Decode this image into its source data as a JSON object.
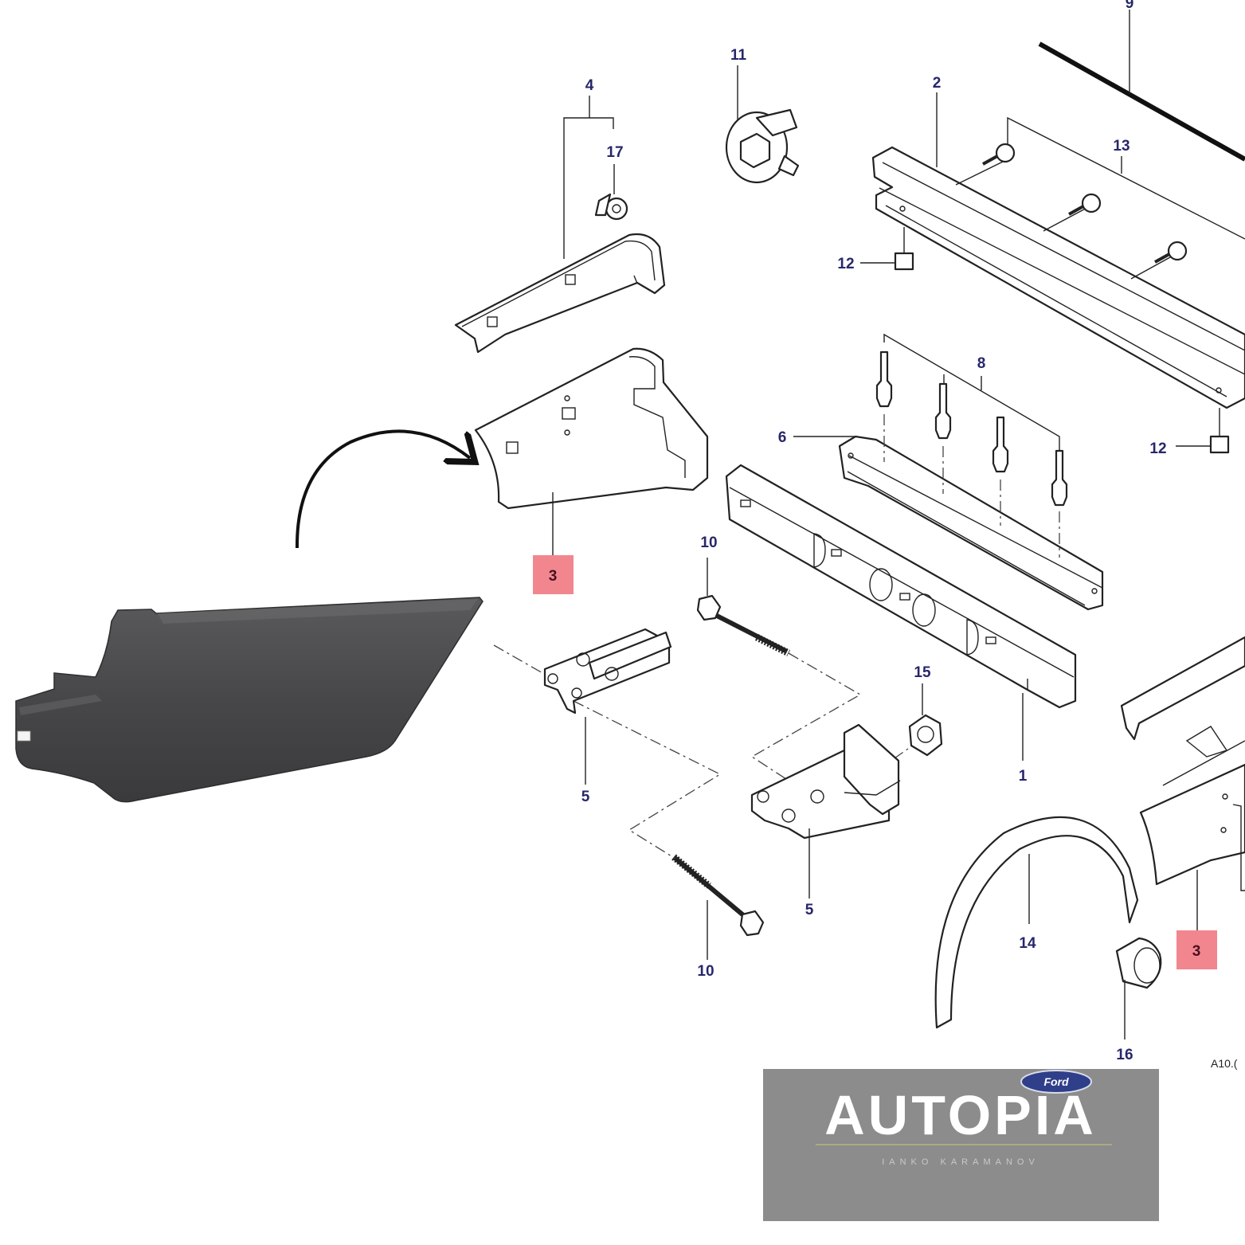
{
  "callouts": {
    "c1": "1",
    "c2": "2",
    "c3a": "3",
    "c3b": "3",
    "c4": "4",
    "c5a": "5",
    "c5b": "5",
    "c6": "6",
    "c8": "8",
    "c9": "9",
    "c10a": "10",
    "c10b": "10",
    "c11": "11",
    "c12a": "12",
    "c12b": "12",
    "c13": "13",
    "c14": "14",
    "c15": "15",
    "c16": "16",
    "c17": "17"
  },
  "highlight_color": "#f2868f",
  "drawing_ref": "A10.(",
  "logo": {
    "badge": "Ford",
    "name": "AUTOPIA",
    "subtitle": "IANKO KARAMANOV"
  },
  "photo": {
    "part_color": "#4a4a4c",
    "icon": "arrow-icon"
  }
}
